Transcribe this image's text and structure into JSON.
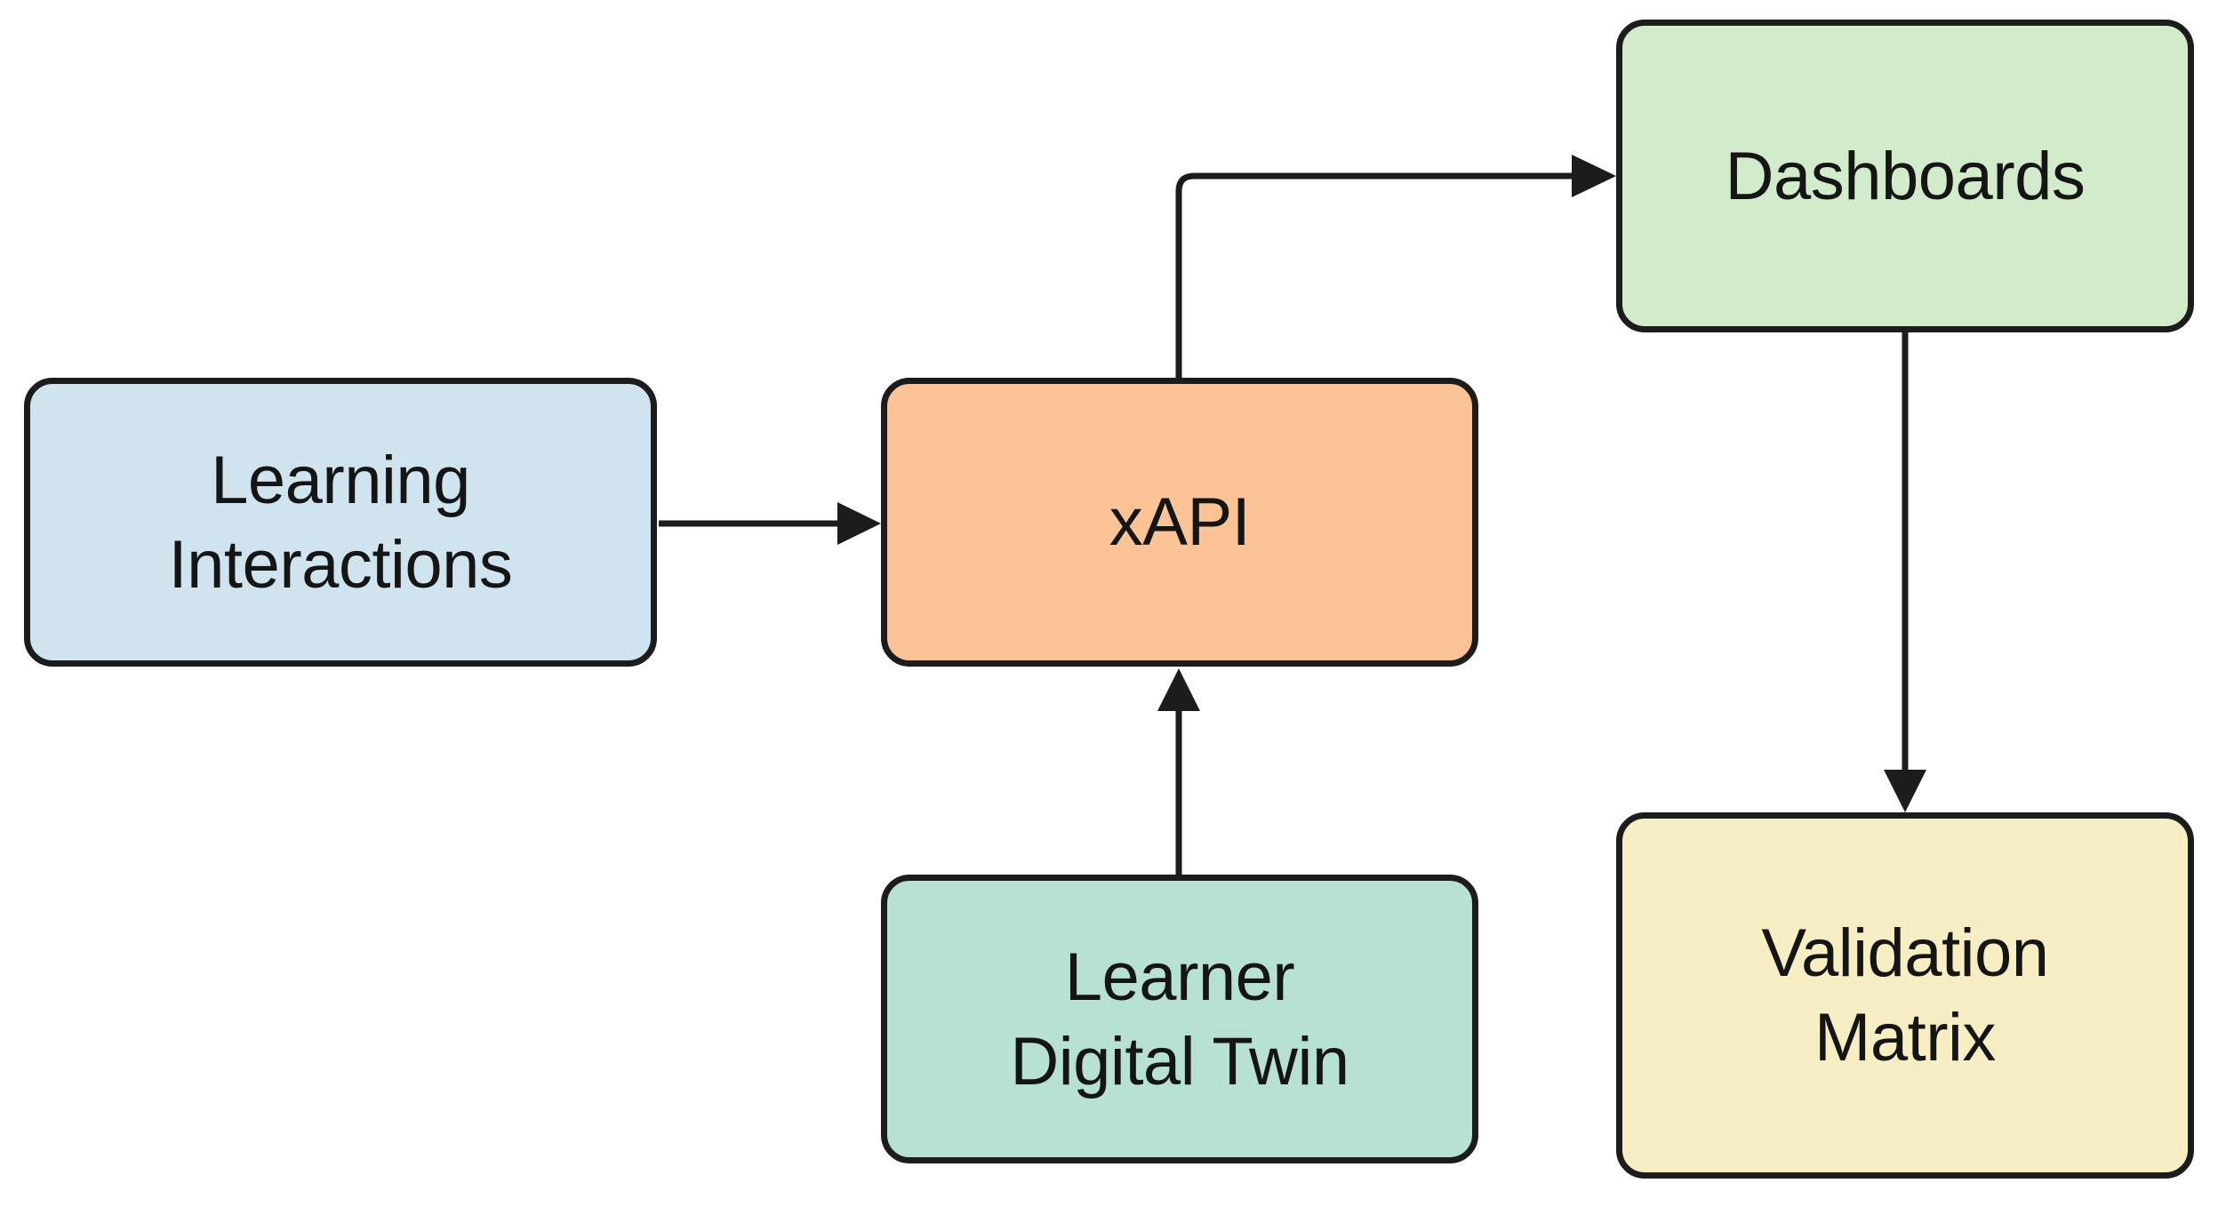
{
  "nodes": {
    "learning_interactions": {
      "lines": [
        "Learning",
        "Interactions"
      ],
      "fill": "#cfe4ee"
    },
    "xapi": {
      "lines": [
        "xAPI"
      ],
      "fill": "#fbc396"
    },
    "dashboards": {
      "lines": [
        "Dashboards"
      ],
      "fill": "#d2ebcb"
    },
    "learner_digital_twin": {
      "lines": [
        "Learner",
        "Digital Twin"
      ],
      "fill": "#b7e2d2"
    },
    "validation_matrix": {
      "lines": [
        "Validation",
        "Matrix"
      ],
      "fill": "#f8eec3"
    }
  },
  "edges": [
    {
      "from": "learning_interactions",
      "to": "xapi"
    },
    {
      "from": "xapi",
      "to": "dashboards"
    },
    {
      "from": "learner_digital_twin",
      "to": "xapi"
    },
    {
      "from": "dashboards",
      "to": "validation_matrix"
    }
  ],
  "colors": {
    "stroke": "#1c1c1c",
    "text": "#151515",
    "background": "#ffffff"
  }
}
